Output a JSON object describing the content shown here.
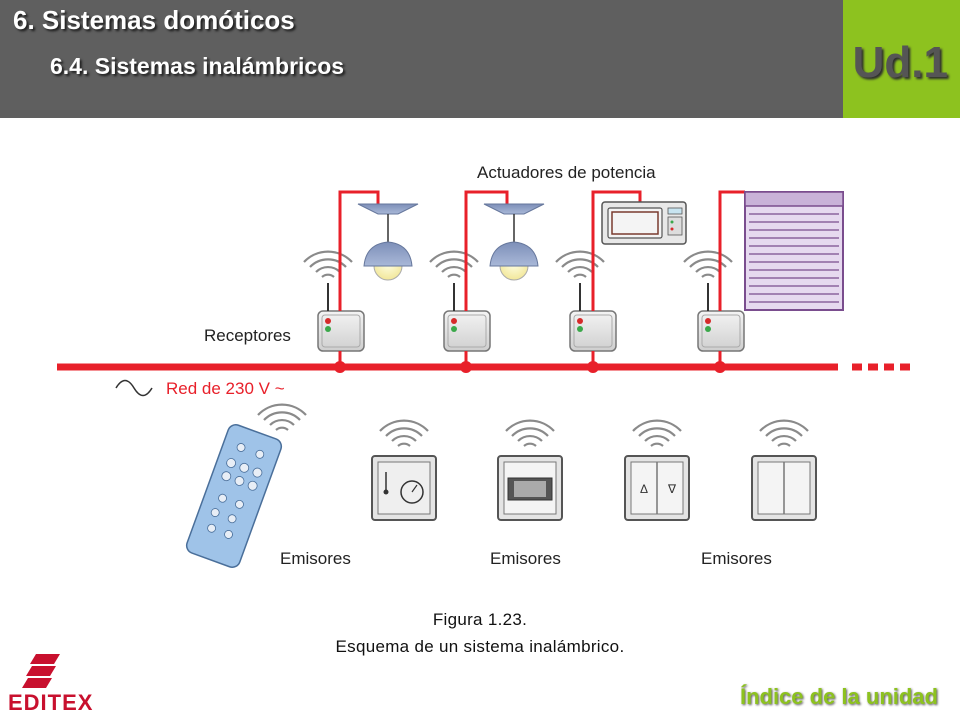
{
  "header": {
    "title": "6. Sistemas domóticos",
    "subtitle": "6.4. Sistemas inalámbricos",
    "unit": "Ud.1"
  },
  "diagram": {
    "label_actuators": "Actuadores de potencia",
    "label_receivers": "Receptores",
    "label_network": "Red de 230 V ~",
    "label_emitters": "Emisores"
  },
  "caption": {
    "figure": "Figura 1.23.",
    "text": "Esquema de un sistema inalámbrico."
  },
  "footer": {
    "logo_text": "EDITEX",
    "index_link": "Índice de la unidad"
  },
  "colors": {
    "header_bg": "#5f5f5f",
    "accent_green": "#8dc21f",
    "network_red": "#e8202a",
    "logo_red": "#c8102e"
  }
}
